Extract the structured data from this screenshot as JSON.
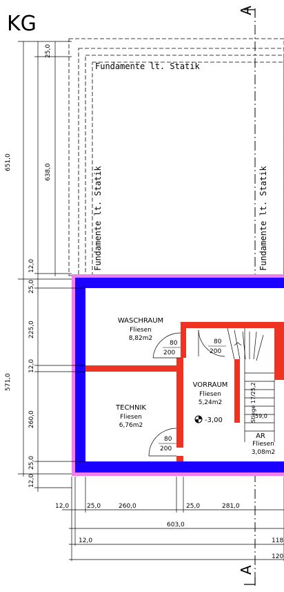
{
  "plan": {
    "floor_label": "KG",
    "section_marker": "A",
    "colors": {
      "outer_wall": "#1a00ff",
      "outer_outline": "#f080f0",
      "inner_wall": "#ee3322",
      "line": "#000000"
    },
    "foundation_label": "Fundamente lt. Statik",
    "rooms": [
      {
        "id": "waschraum",
        "name": "WASCHRAUM",
        "floor": "Fliesen",
        "area": "8,82m2"
      },
      {
        "id": "technik",
        "name": "TECHNIK",
        "floor": "Fliesen",
        "area": "6,76m2"
      },
      {
        "id": "vorraum",
        "name": "VORRAUM",
        "floor": "Fliesen",
        "area": "5,24m2"
      },
      {
        "id": "ar",
        "name": "AR",
        "floor": "Fliesen",
        "area": "3,08m2"
      }
    ],
    "level": "-3,00",
    "stair_label": "Stiege 17/25,2",
    "stair_partial": "59,0",
    "doors": [
      {
        "id": "waschraum-door",
        "width": "80",
        "height": "200"
      },
      {
        "id": "vorraum-door",
        "width": "80",
        "height": "200"
      },
      {
        "id": "technik-door",
        "width": "80",
        "height": "200"
      }
    ],
    "dims_left": [
      "651,0",
      "638,0",
      "25,0",
      "12,0",
      "25,0",
      "225,0",
      "12,0",
      "571,0",
      "260,0",
      "25,0",
      "12,0"
    ],
    "dims_bottom": [
      "12,0",
      "25,0",
      "260,0",
      "25,0",
      "281,0",
      "603,0",
      "12,0",
      "118",
      "120"
    ]
  }
}
